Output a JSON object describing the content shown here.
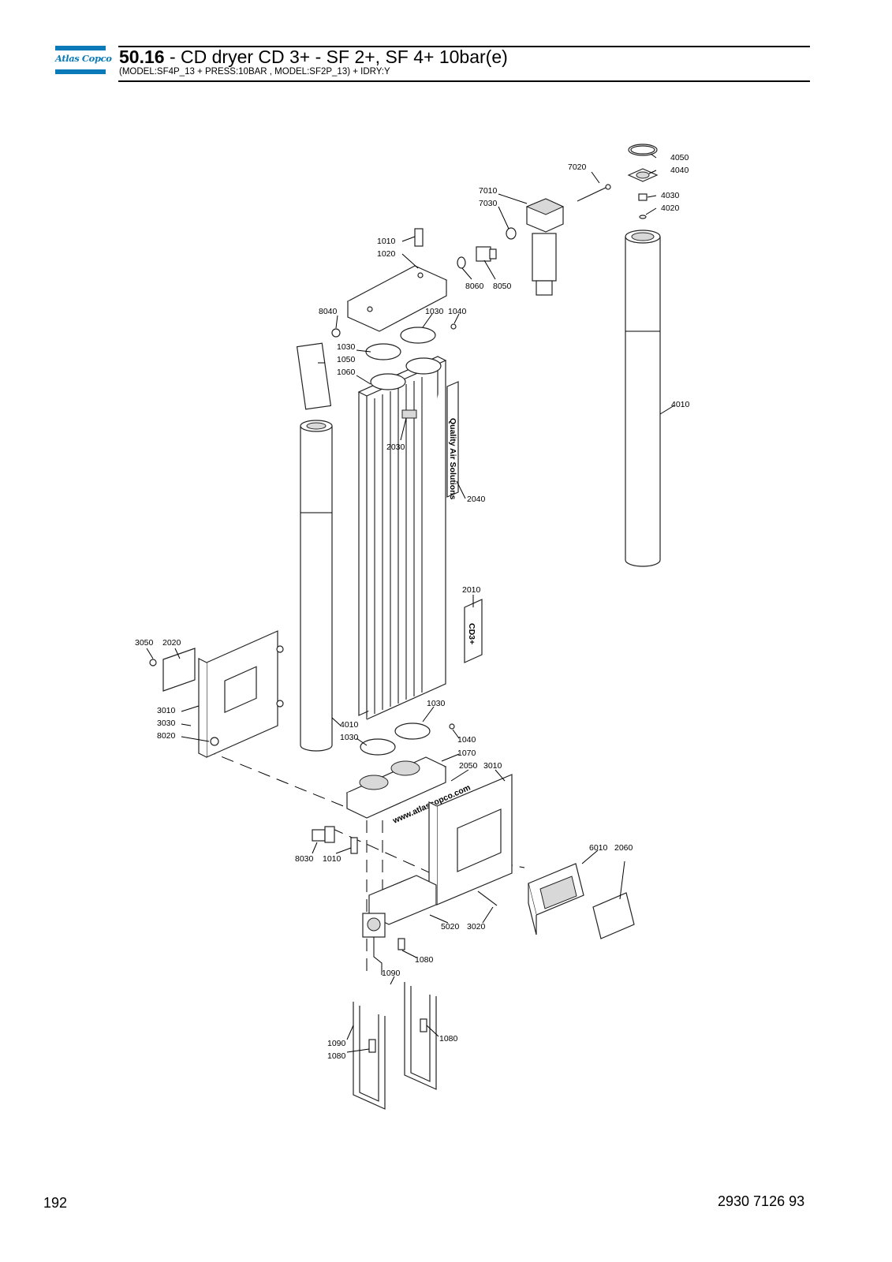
{
  "header": {
    "logo_text": "Atlas Copco",
    "section_number": "50.16",
    "title_text": " - CD dryer CD 3+ - SF 2+, SF 4+ 10bar(e)",
    "subtitle": "(MODEL:SF4P_13 + PRESS:10BAR , MODEL:SF2P_13) + IDRY:Y"
  },
  "footer": {
    "page_number": "192",
    "document_number": "2930 7126 93"
  },
  "callouts": [
    "4050",
    "4040",
    "7020",
    "7010",
    "7030",
    "4030",
    "4020",
    "1010",
    "1020",
    "8060",
    "8050",
    "8040",
    "1030",
    "1040",
    "1030",
    "1050",
    "1060",
    "4010",
    "2030",
    "2040",
    "2010",
    "3050",
    "2020",
    "3010",
    "3030",
    "8020",
    "1030",
    "4010",
    "1030",
    "1040",
    "1070",
    "2050",
    "3010",
    "8030",
    "1010",
    "6010",
    "2060",
    "5020",
    "3020",
    "1080",
    "1090",
    "1090",
    "1080",
    "1080"
  ],
  "sticker_text": {
    "label_2040": "Quality Air Solutions",
    "label_2010": "CD3+",
    "label_2050": "www.atlascopco.com"
  }
}
